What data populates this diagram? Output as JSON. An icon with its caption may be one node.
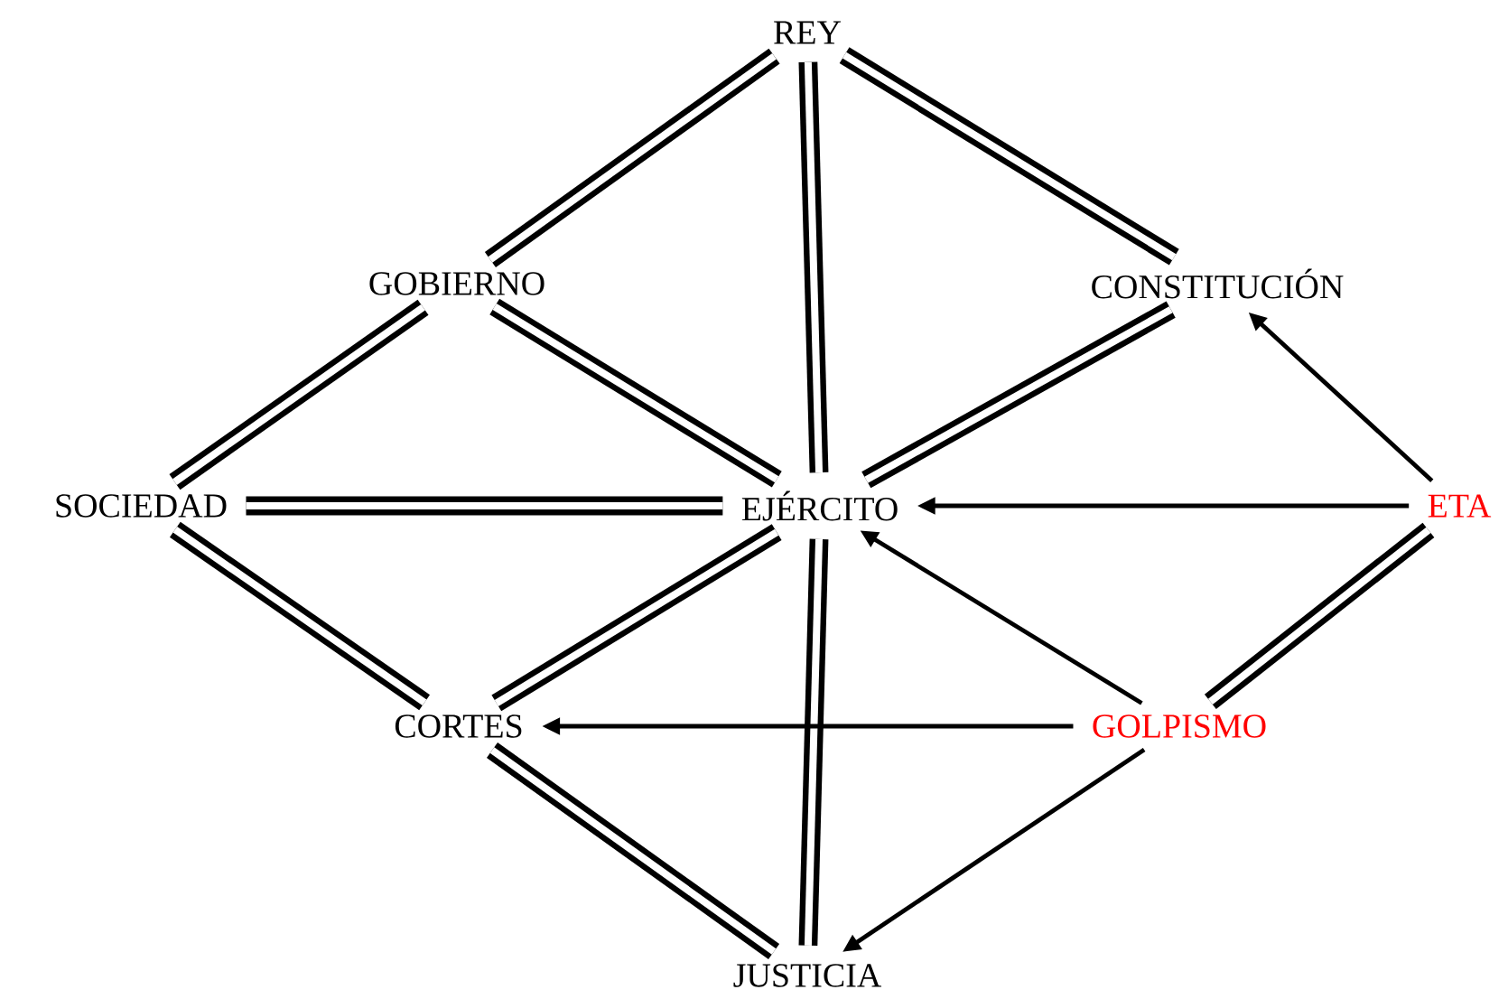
{
  "diagram": {
    "nodes": [
      {
        "text": [
          "REY"
        ]
      },
      {
        "text": [
          "GOBIERNO"
        ]
      },
      {
        "text": [
          "CONSTITUCIÓN"
        ]
      },
      {
        "text": [
          "SOCIEDAD"
        ]
      },
      {
        "text": [
          "EJÉRCITO"
        ]
      },
      {
        "text": [
          "ETA"
        ]
      },
      {
        "text": [
          "CORTES"
        ]
      },
      {
        "text": [
          "GOLPISMO"
        ]
      },
      {
        "text": [
          "JUSTICIA"
        ]
      }
    ],
    "edges": [
      {
        "from": 0,
        "to": 1,
        "arrow": "none"
      },
      {
        "from": 0,
        "to": 4,
        "arrow": "none"
      },
      {
        "from": 0,
        "to": 2,
        "arrow": "none"
      },
      {
        "from": 1,
        "to": 3,
        "arrow": "none"
      },
      {
        "from": 1,
        "to": 4,
        "arrow": "none"
      },
      {
        "from": 2,
        "to": 4,
        "arrow": "none"
      },
      {
        "from": 3,
        "to": 4,
        "arrow": "none"
      },
      {
        "from": 3,
        "to": 6,
        "arrow": "none"
      },
      {
        "from": 4,
        "to": 6,
        "arrow": "none"
      },
      {
        "from": 4,
        "to": 8,
        "arrow": "none"
      },
      {
        "from": 6,
        "to": 8,
        "arrow": "none"
      },
      {
        "from": 5,
        "to": 7,
        "arrow": "none"
      },
      {
        "from": 5,
        "to": 2,
        "arrow": "to"
      },
      {
        "from": 5,
        "to": 4,
        "arrow": "to"
      },
      {
        "from": 7,
        "to": 4,
        "arrow": "to"
      },
      {
        "from": 7,
        "to": 6,
        "arrow": "to"
      },
      {
        "from": 7,
        "to": 8,
        "arrow": "to"
      }
    ]
  }
}
